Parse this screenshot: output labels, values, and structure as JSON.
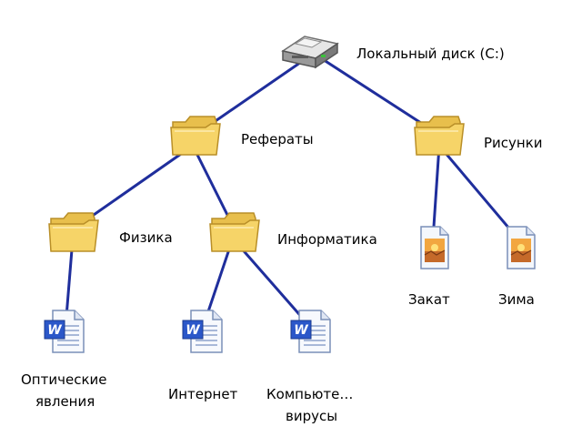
{
  "colors": {
    "connector": "#1f2e9c",
    "folder_body": "#f6d468",
    "folder_edge": "#c8a23c",
    "word_blue": "#2b57c9"
  },
  "nodes": {
    "root": {
      "label": "Локальный диск (C:)",
      "icon": "hard-drive-icon"
    },
    "referaty": {
      "label": "Рефераты",
      "icon": "folder-icon"
    },
    "risunki": {
      "label": "Рисунки",
      "icon": "folder-icon"
    },
    "fizika": {
      "label": "Физика",
      "icon": "folder-icon"
    },
    "informatika": {
      "label": "Информатика",
      "icon": "folder-icon"
    },
    "zakat": {
      "label": "Закат",
      "icon": "image-file-icon"
    },
    "zima": {
      "label": "Зима",
      "icon": "image-file-icon"
    },
    "opticheskie": {
      "label_line1": "Оптические",
      "label_line2": "явления",
      "icon": "word-document-icon"
    },
    "internet": {
      "label": "Интернет",
      "icon": "word-document-icon"
    },
    "kompyuter": {
      "label_line1": "Компьюте…",
      "label_line2": "вирусы",
      "icon": "word-document-icon"
    }
  }
}
